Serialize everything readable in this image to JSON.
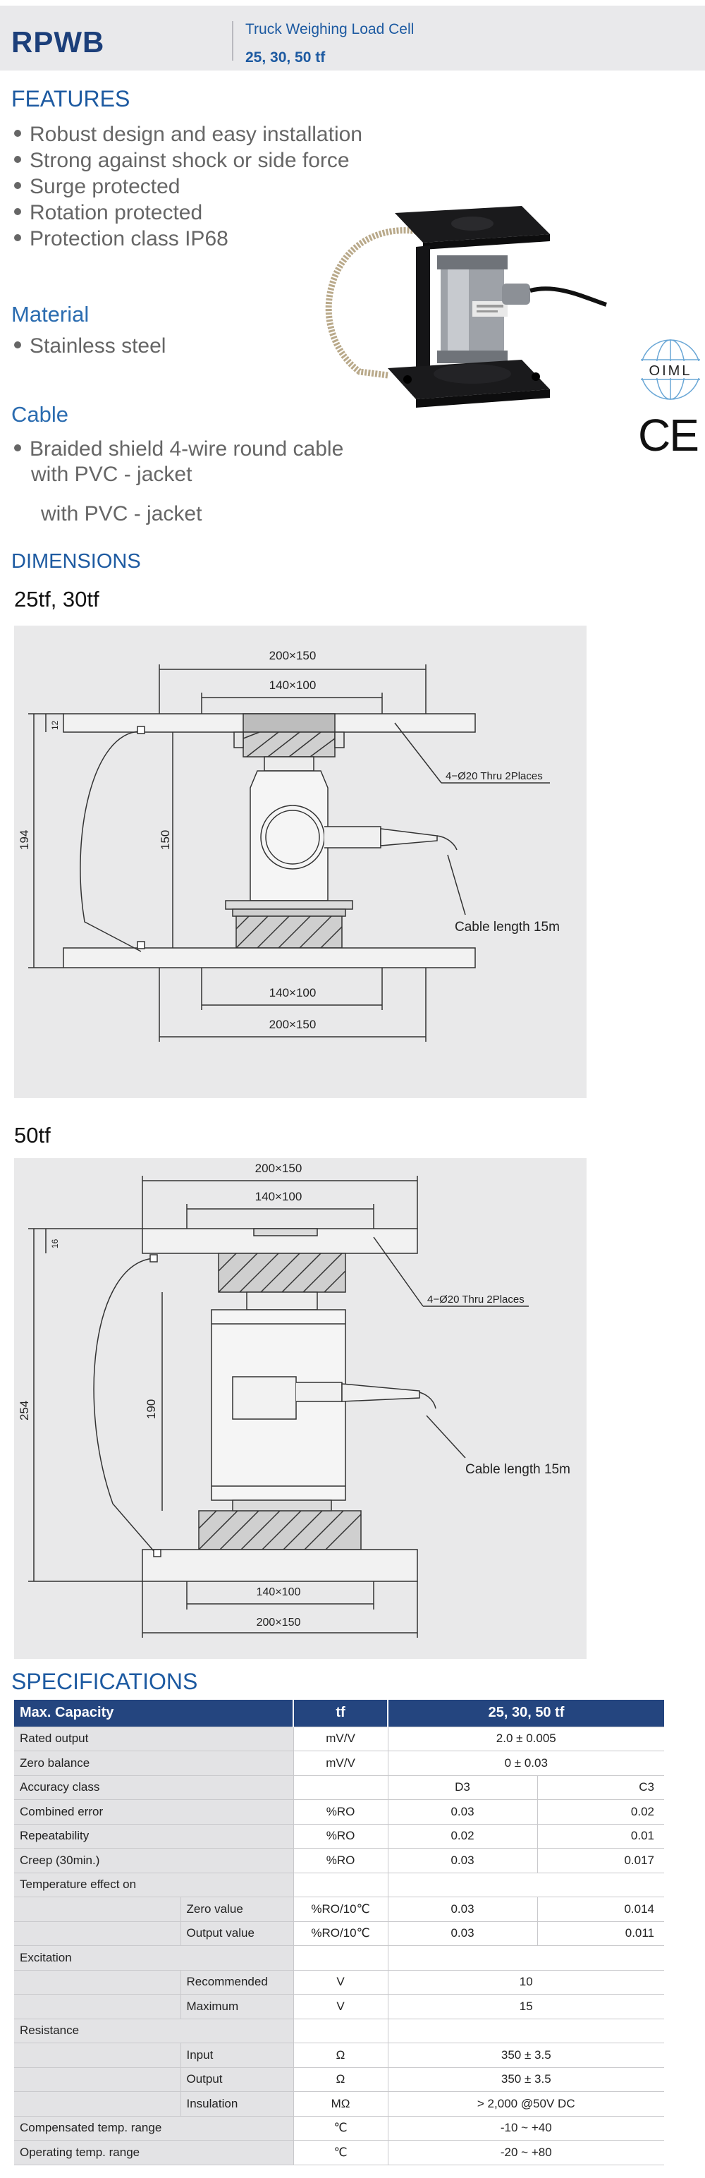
{
  "header": {
    "model": "RPWB",
    "title": "Truck Weighing Load Cell",
    "capacities": "25, 30, 50 tf"
  },
  "features": {
    "title": "FEATURES",
    "items": [
      "Robust design and easy installation",
      "Strong against shock or side force",
      "Surge protected",
      "Rotation protected",
      "Protection class IP68"
    ]
  },
  "material": {
    "title": "Material",
    "items": [
      "Stainless steel"
    ]
  },
  "cable": {
    "title": "Cable",
    "line1": "Braided shield 4-wire round cable",
    "line2": "with PVC - jacket",
    "line3": "with PVC - jacket"
  },
  "badges": {
    "oiml": "OIML",
    "ce": "CE"
  },
  "dimensions": {
    "title": "DIMENSIONS",
    "d1": {
      "heading": "25tf,  30tf",
      "top_outer": "200×150",
      "top_inner": "140×100",
      "hole_note": "4−Ø20 Thru 2Places",
      "plate": "12",
      "height_total": "194",
      "height_inner": "150",
      "cable_note": "Cable length 15m",
      "bottom_inner": "140×100",
      "bottom_outer": "200×150"
    },
    "d2": {
      "heading": "50tf",
      "top_outer": "200×150",
      "top_inner": "140×100",
      "hole_note": "4−Ø20 Thru 2Places",
      "plate": "16",
      "height_total": "254",
      "height_inner": "190",
      "cable_note": "Cable length 15m",
      "bottom_inner": "140×100",
      "bottom_outer": "200×150"
    }
  },
  "specs": {
    "title": "SPECIFICATIONS",
    "header": {
      "label": "Max. Capacity",
      "unit": "tf",
      "value": "25, 30, 50 tf"
    },
    "rows": [
      {
        "l1": "Rated output",
        "l2": "",
        "unit": "mV/V",
        "a": "2.0 ± 0.005",
        "b": ""
      },
      {
        "l1": "Zero balance",
        "l2": "",
        "unit": "mV/V",
        "a": "0 ± 0.03",
        "b": ""
      },
      {
        "l1": "Accuracy  class",
        "l2": "",
        "unit": "",
        "a": "D3",
        "b": "C3"
      },
      {
        "l1": "Combined error",
        "l2": "",
        "unit": "%RO",
        "a": "0.03",
        "b": "0.02"
      },
      {
        "l1": "Repeatability",
        "l2": "",
        "unit": "%RO",
        "a": "0.02",
        "b": "0.01"
      },
      {
        "l1": "Creep (30min.)",
        "l2": "",
        "unit": "%RO",
        "a": "0.03",
        "b": "0.017"
      },
      {
        "l1": "Temperature effect on",
        "l2": "",
        "unit": "",
        "a": "",
        "b": ""
      },
      {
        "l1": "",
        "l2": "Zero value",
        "unit": "%RO/10℃",
        "a": "0.03",
        "b": "0.014"
      },
      {
        "l1": "",
        "l2": "Output  value",
        "unit": "%RO/10℃",
        "a": "0.03",
        "b": "0.011"
      },
      {
        "l1": "Excitation",
        "l2": "",
        "unit": "",
        "a": "",
        "b": ""
      },
      {
        "l1": "",
        "l2": "Recommended",
        "unit": "V",
        "a": "10",
        "b": ""
      },
      {
        "l1": "",
        "l2": "Maximum",
        "unit": "V",
        "a": "15",
        "b": ""
      },
      {
        "l1": "Resistance",
        "l2": "",
        "unit": "",
        "a": "",
        "b": ""
      },
      {
        "l1": "",
        "l2": "Input",
        "unit": "Ω",
        "a": "350 ± 3.5",
        "b": ""
      },
      {
        "l1": "",
        "l2": "Output",
        "unit": "Ω",
        "a": "350 ± 3.5",
        "b": ""
      },
      {
        "l1": "",
        "l2": "Insulation",
        "unit": "MΩ",
        "a": "> 2,000 @50V DC",
        "b": ""
      },
      {
        "l1": "Compensated temp. range",
        "l2": "",
        "unit": "℃",
        "a": "-10 ~ +40",
        "b": ""
      },
      {
        "l1": "Operating temp. range",
        "l2": "",
        "unit": "℃",
        "a": "-20 ~ +80",
        "b": ""
      }
    ]
  }
}
